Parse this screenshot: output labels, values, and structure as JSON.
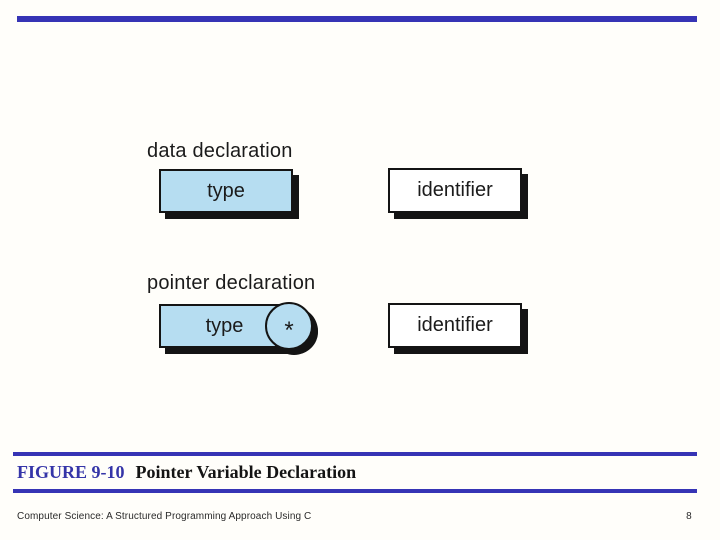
{
  "slide": {
    "accent_color": "#3634b5",
    "background": "#fffefa"
  },
  "diagram": {
    "colors": {
      "box_fill": "#b6ddf1",
      "identifier_fill": "#ffffff",
      "box_border": "#141414"
    },
    "rows": [
      {
        "label": "data declaration",
        "type_box": "type",
        "identifier_box": "identifier"
      },
      {
        "label": "pointer declaration",
        "type_box": "type",
        "star": "*",
        "identifier_box": "identifier"
      }
    ]
  },
  "caption": {
    "figure_label": "FIGURE 9-10",
    "title": "Pointer Variable Declaration"
  },
  "footer": {
    "book_title": "Computer Science: A Structured Programming Approach Using C",
    "page_number": "8"
  }
}
